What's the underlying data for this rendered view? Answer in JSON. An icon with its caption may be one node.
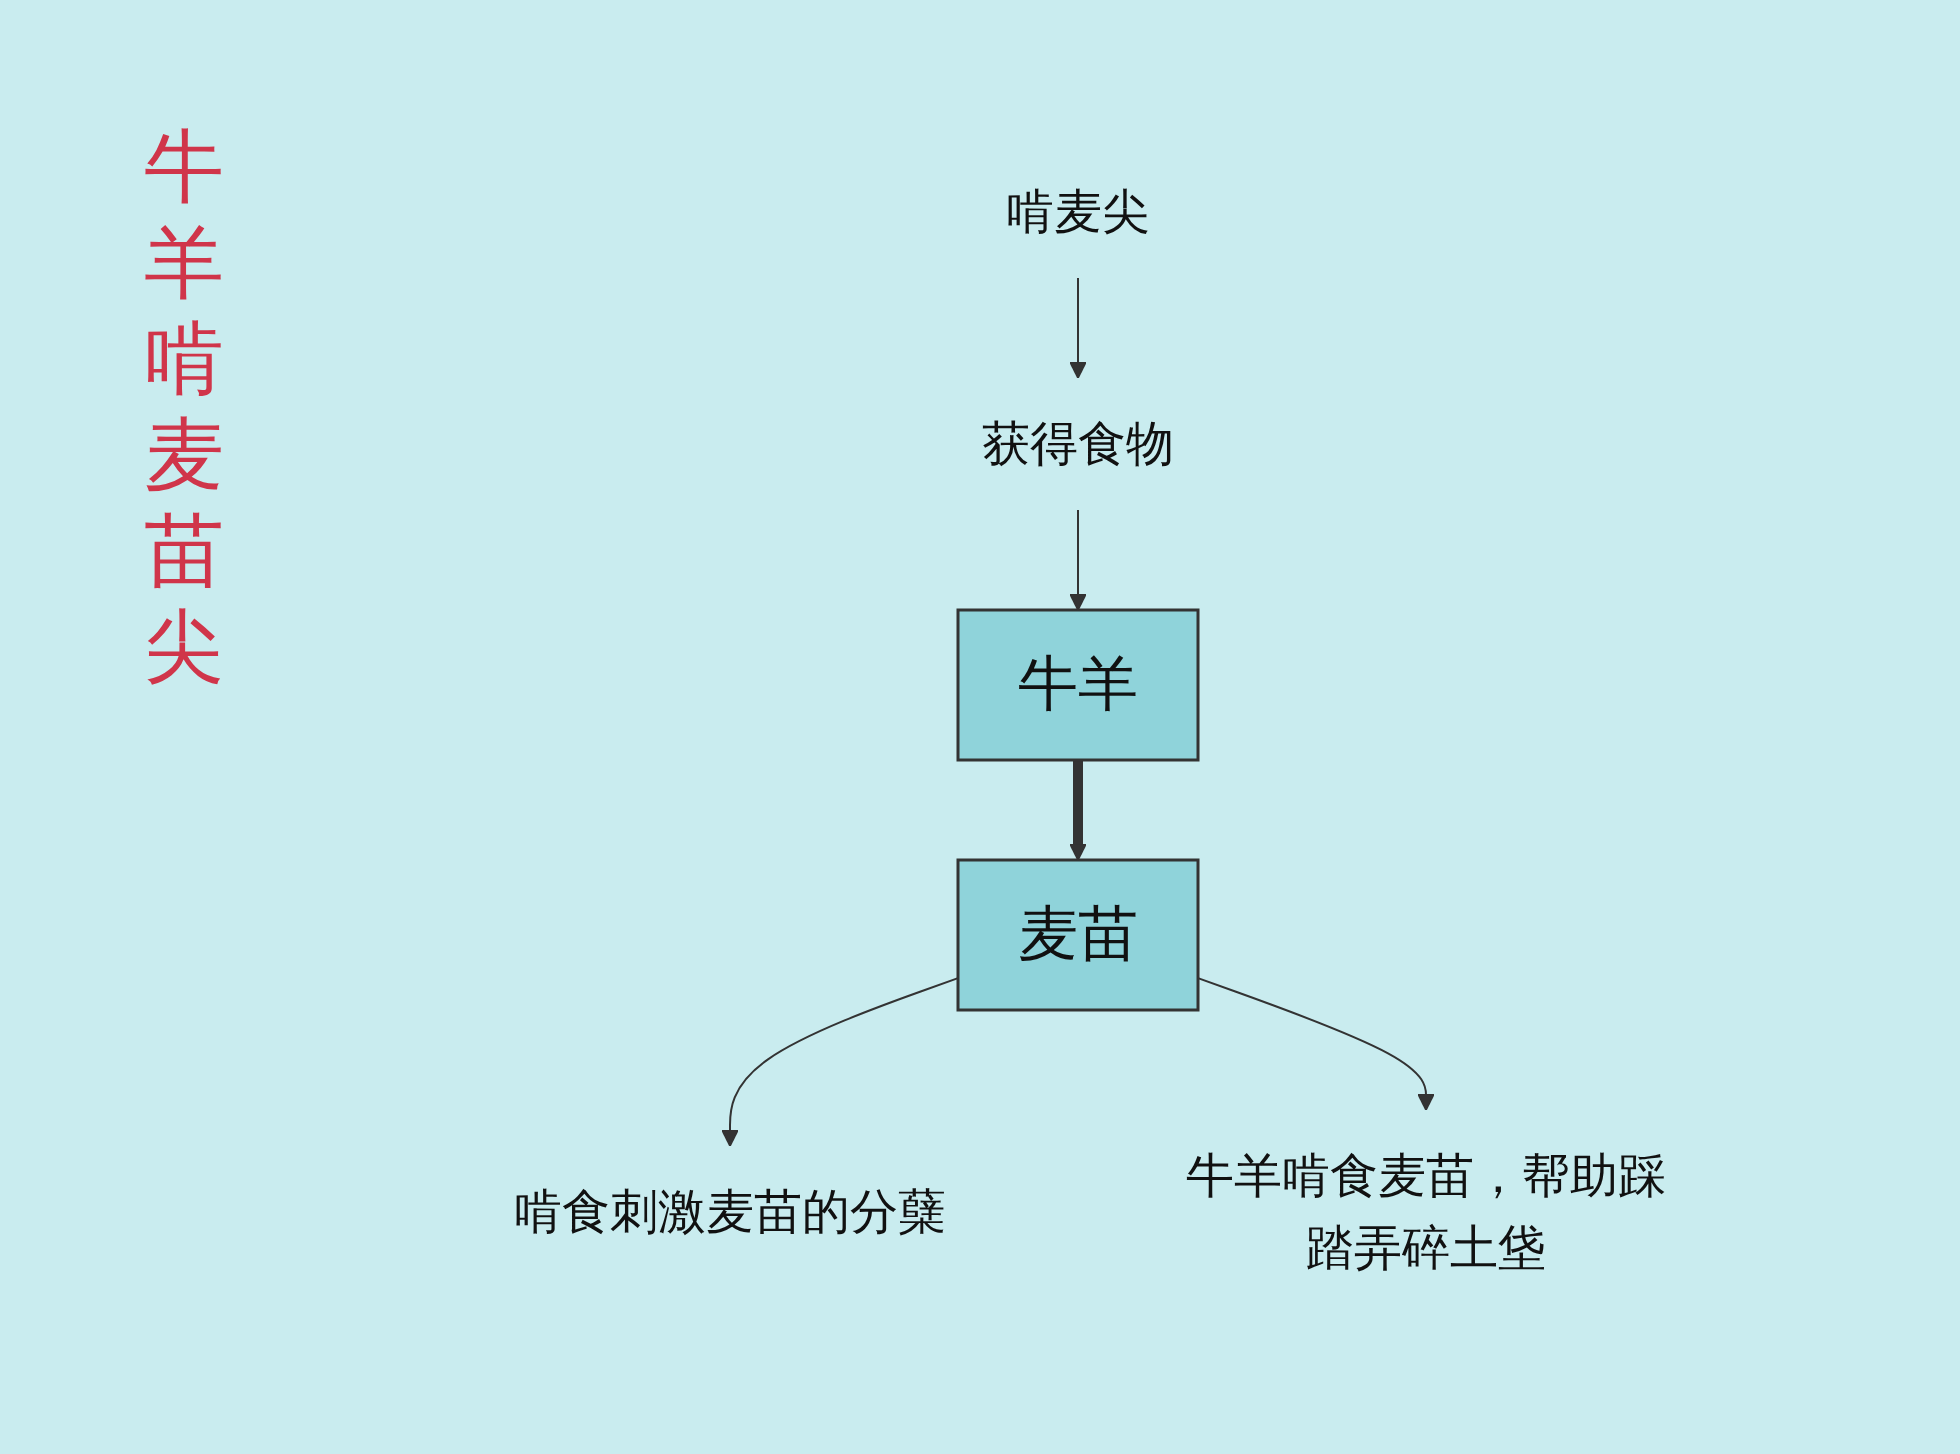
{
  "diagram": {
    "title": "牛羊啃麦苗尖",
    "nodes": [
      {
        "text": [
          "牛羊"
        ]
      },
      {
        "text": [
          "麦苗"
        ]
      },
      {
        "text": [
          "啃麦尖"
        ]
      },
      {
        "text": [
          "获得食物"
        ]
      },
      {
        "text": [
          "啃食刺激麦苗的分蘖"
        ]
      },
      {
        "text": [
          "牛羊啃食麦苗，帮助踩踏弄碎土垡"
        ]
      }
    ],
    "edges": [
      {
        "from": 0,
        "to": 1,
        "arrow": "to",
        "style": "thick"
      },
      {
        "from": 2,
        "to": 3,
        "arrow": "to"
      },
      {
        "from": 3,
        "to": 0,
        "arrow": "to"
      },
      {
        "from": 1,
        "to": 4,
        "arrow": "to"
      },
      {
        "from": 1,
        "to": 5,
        "arrow": "to"
      }
    ]
  }
}
